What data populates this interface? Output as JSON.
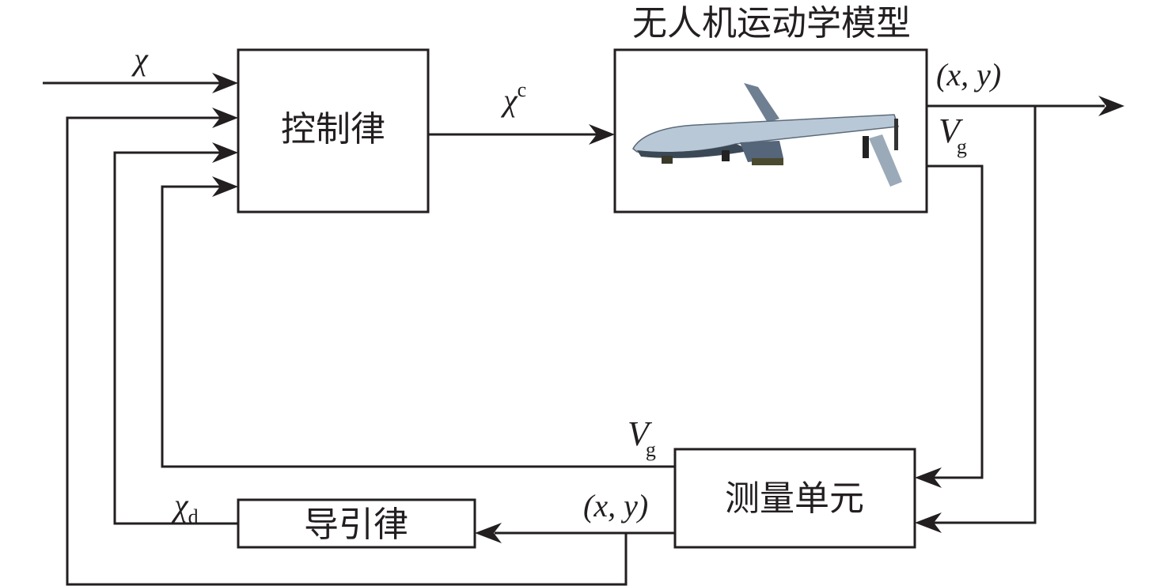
{
  "diagram": {
    "title": "无人机运动学模型",
    "blocks": {
      "control_law": "控制律",
      "uav_model_image": "UAV (Predator-type drone) image",
      "measurement_unit": "测量单元",
      "guidance_law": "导引律"
    },
    "signals": {
      "input_chi": "χ",
      "chi_c_base": "χ",
      "chi_c_sup": "c",
      "output_xy": "(x, y)",
      "vg_top_base": "V",
      "vg_top_sub": "g",
      "vg_bottom_base": "V",
      "vg_bottom_sub": "g",
      "chi_d_base": "χ",
      "chi_d_sub": "d",
      "meas_xy": "(x, y)"
    },
    "colors": {
      "line": "#231f20",
      "background": "#ffffff"
    }
  }
}
